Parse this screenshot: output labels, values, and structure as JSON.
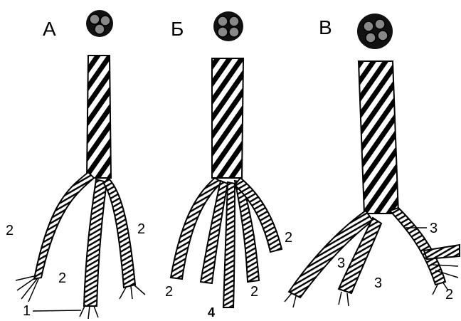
{
  "panels": [
    {
      "letter": "А"
    },
    {
      "letter": "Б"
    },
    {
      "letter": "В"
    }
  ],
  "labels": {
    "a_2_left": "2",
    "a_2_right": "2",
    "a_2_mid": "2",
    "a_1": "1",
    "b_2_right": "2",
    "b_2_left": "2",
    "b_2_low": "2",
    "b_4": "4",
    "v_3_right": "3",
    "v_3_left": "3",
    "v_3_low": "3",
    "v_2_right": "2"
  }
}
